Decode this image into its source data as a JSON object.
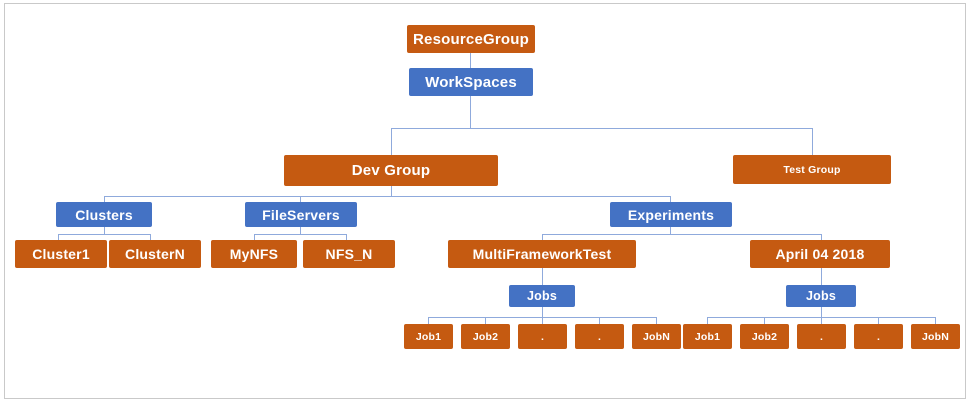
{
  "diagram": {
    "title": "Resource hierarchy tree",
    "colors": {
      "orange": "#c55a11",
      "blue": "#4472c4",
      "connector": "#8faadc",
      "canvas": "#ffffff",
      "frame": "#c9c9c9"
    },
    "nodes": {
      "resource_group": "ResourceGroup",
      "workspaces": "WorkSpaces",
      "dev_group": "Dev Group",
      "test_group": "Test Group",
      "clusters": "Clusters",
      "fileservers": "FileServers",
      "experiments": "Experiments",
      "cluster1": "Cluster1",
      "clusterN": "ClusterN",
      "mynfs": "MyNFS",
      "nfs_n": "NFS_N",
      "multiframeworktest": "MultiFrameworkTest",
      "april_04_2018": "April 04 2018",
      "jobs_left": "Jobs",
      "jobs_right": "Jobs",
      "left_jobs": [
        "Job1",
        "Job2",
        ".",
        ".",
        "JobN"
      ],
      "right_jobs": [
        "Job1",
        "Job2",
        ".",
        ".",
        "JobN"
      ]
    }
  }
}
